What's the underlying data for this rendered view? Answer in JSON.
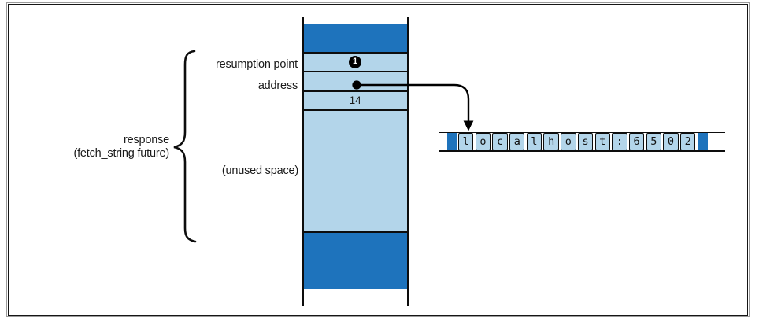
{
  "diagram": {
    "title_none": "",
    "colors": {
      "dark_blue": "#1E73BC",
      "light_blue": "#B3D5EA",
      "line_black": "#0d0d0d"
    },
    "memory_column": {
      "row_labels": {
        "resumption_point": "resumption point",
        "address": "address",
        "unused_space": "(unused space)"
      },
      "length_value": "14",
      "callout_number": "1"
    },
    "brace_label": {
      "line1": "response",
      "line2": "(fetch_string future)"
    },
    "string_buffer": {
      "value": "localhost:6502",
      "characters": [
        "l",
        "o",
        "c",
        "a",
        "l",
        "h",
        "o",
        "s",
        "t",
        ":",
        "6",
        "5",
        "0",
        "2"
      ]
    }
  }
}
